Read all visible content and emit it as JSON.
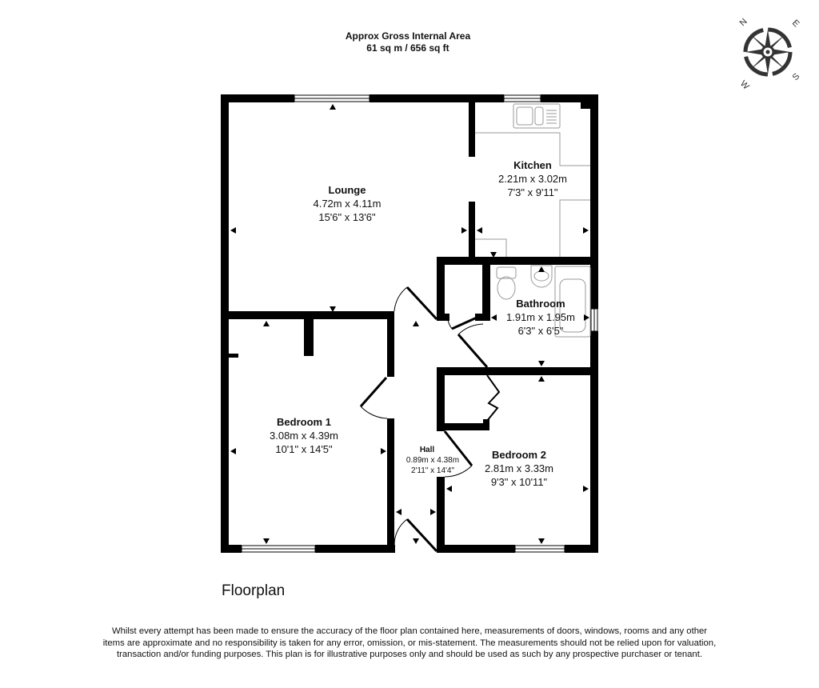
{
  "header": {
    "area_title": "Approx Gross Internal Area",
    "area_value": "61 sq m / 656 sq ft"
  },
  "compass": {
    "icon": "compass-rose-icon",
    "labels": {
      "n": "N",
      "e": "E",
      "s": "S",
      "w": "W"
    }
  },
  "rooms": {
    "lounge": {
      "name": "Lounge",
      "metric": "4.72m x 4.11m",
      "imperial": "15'6\" x 13'6\""
    },
    "kitchen": {
      "name": "Kitchen",
      "metric": "2.21m x 3.02m",
      "imperial": "7'3\" x 9'11\""
    },
    "bathroom": {
      "name": "Bathroom",
      "metric": "1.91m x 1.95m",
      "imperial": "6'3\" x 6'5\""
    },
    "bedroom1": {
      "name": "Bedroom 1",
      "metric": "3.08m x 4.39m",
      "imperial": "10'1\" x 14'5\""
    },
    "hall": {
      "name": "Hall",
      "metric": "0.89m x 4.38m",
      "imperial": "2'11\" x 14'4\""
    },
    "bedroom2": {
      "name": "Bedroom 2",
      "metric": "2.81m x 3.33m",
      "imperial": "9'3\" x 10'11\""
    }
  },
  "footer": {
    "floor_label": "Floorplan",
    "disclaimer": "Whilst every attempt has been made to ensure the accuracy of the floor plan contained here, measurements of doors, windows, rooms and any other items are approximate and no responsibility is taken for any error, omission, or mis-statement. The measurements should not be relied upon for valuation, transaction and/or funding purposes. This plan is for illustrative purposes only and should be used as such by any prospective purchaser or tenant."
  },
  "colors": {
    "wall": "#000000",
    "fixture": "#9a9a9a",
    "background": "#ffffff"
  }
}
